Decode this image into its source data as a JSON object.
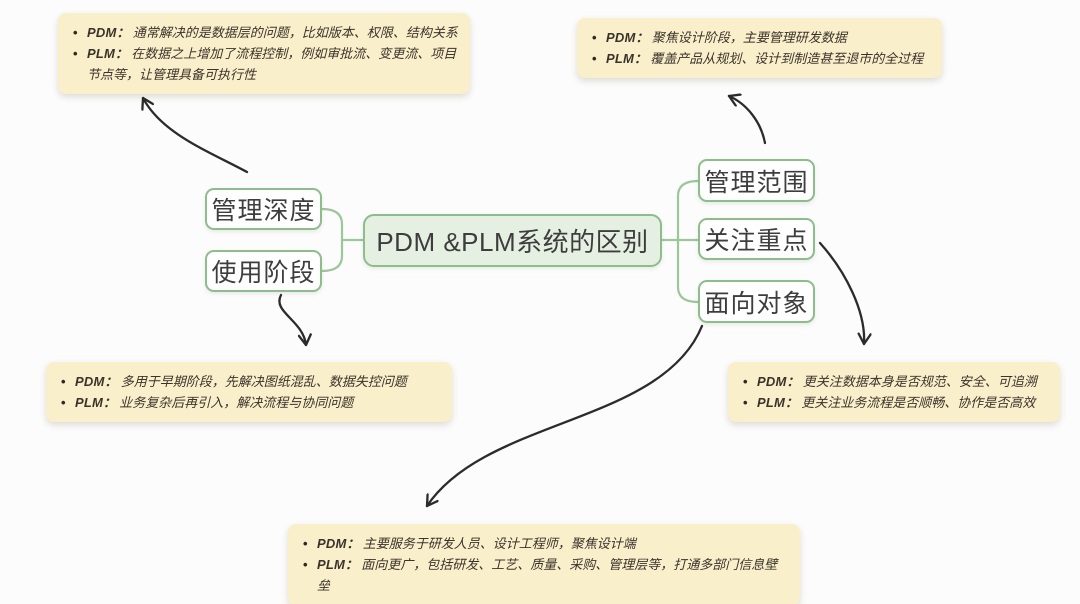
{
  "colors": {
    "page-bg": "#FCFCFC",
    "note-bg": "#FAEFCB",
    "note-text": "#3A332A",
    "node-border": "#8CBD8A",
    "node-bg": "#FEFEFE",
    "center-bg": "#E6F0E2",
    "node-text": "#3D3D3D",
    "connector": "#9DC69B",
    "arrow": "#2B2B2B"
  },
  "center": {
    "label": "PDM &PLM系统的区别"
  },
  "branches": {
    "depth": "管理深度",
    "stage": "使用阶段",
    "scope": "管理范围",
    "focus": "关注重点",
    "audience": "面向对象"
  },
  "notes": {
    "depth": {
      "bullets": [
        {
          "term": "PDM：",
          "text": "通常解决的是数据层的问题，比如版本、权限、结构关系"
        },
        {
          "term": "PLM：",
          "text": "在数据之上增加了流程控制，例如审批流、变更流、项目节点等，让管理具备可执行性"
        }
      ]
    },
    "scope": {
      "bullets": [
        {
          "term": "PDM：",
          "text": "聚焦设计阶段，主要管理研发数据"
        },
        {
          "term": "PLM：",
          "text": "覆盖产品从规划、设计到制造甚至退市的全过程"
        }
      ]
    },
    "stage": {
      "bullets": [
        {
          "term": "PDM：",
          "text": "多用于早期阶段，先解决图纸混乱、数据失控问题"
        },
        {
          "term": "PLM：",
          "text": "业务复杂后再引入，解决流程与协同问题"
        }
      ]
    },
    "focus": {
      "bullets": [
        {
          "term": "PDM：",
          "text": "更关注数据本身是否规范、安全、可追溯"
        },
        {
          "term": "PLM：",
          "text": "更关注业务流程是否顺畅、协作是否高效"
        }
      ]
    },
    "audience": {
      "bullets": [
        {
          "term": "PDM：",
          "text": "主要服务于研发人员、设计工程师，聚焦设计端"
        },
        {
          "term": "PLM：",
          "text": "面向更广，包括研发、工艺、质量、采购、管理层等，打通多部门信息壁垒"
        }
      ]
    }
  }
}
